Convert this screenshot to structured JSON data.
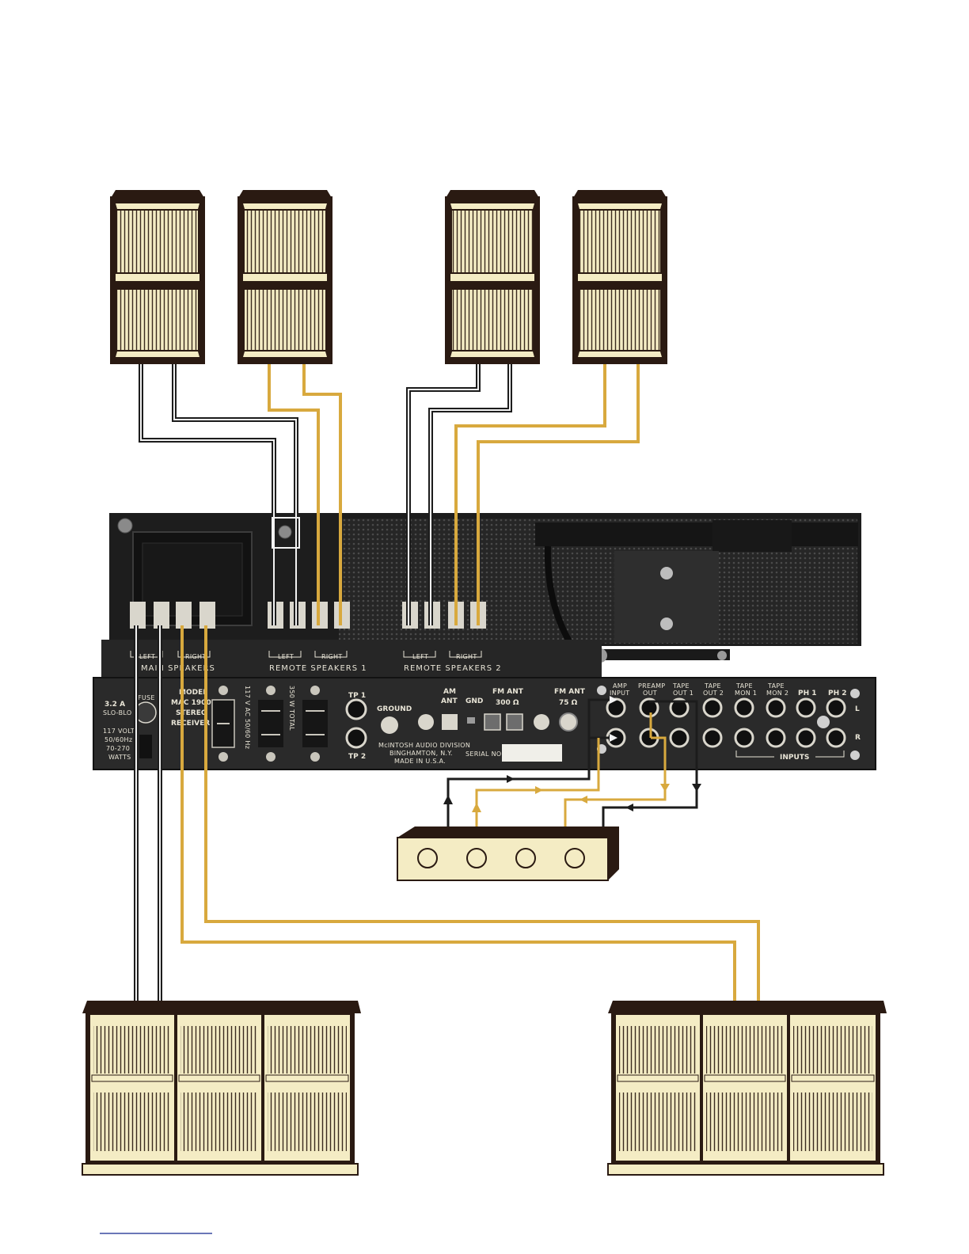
{
  "colors": {
    "cabinet_fill": "#f4ecc4",
    "cabinet_edge": "#2a1a12",
    "wire_black": "#1c1c1c",
    "wire_white": "#f2f2f2",
    "wire_gold": "#d8a93e",
    "chassis": "#1f1f1f",
    "panel": "#2b2b2b"
  },
  "receiver": {
    "speaker_strip": {
      "left_label": "LEFT",
      "right_label": "RIGHT",
      "main_speakers": "MAIN SPEAKERS",
      "remote_speakers_1": "REMOTE SPEAKERS 1",
      "remote_speakers_2": "REMOTE SPEAKERS 2"
    },
    "fuse": {
      "amps": "3.2 A",
      "type": "SLO-BLO",
      "label": "FUSE"
    },
    "power": {
      "volts": "117 VOLTS",
      "freq": "50/60Hz",
      "watts_range": "70-270",
      "watts": "WATTS"
    },
    "model": {
      "line1": "MODEL",
      "line2": "MAC 1900",
      "line3": "STEREO",
      "line4": "RECEIVER"
    },
    "ac_outlets": {
      "left": "117 V AC 50/60 Hz",
      "right": "350 W TOTAL"
    },
    "test_points": {
      "tp1": "TP 1",
      "tp2": "TP 2"
    },
    "ground": "GROUND",
    "am_ant": {
      "line1": "AM",
      "line2": "ANT"
    },
    "gnd": "GND",
    "fm_ant_300": {
      "line1": "FM ANT",
      "line2": "300 Ω"
    },
    "fm_ant_75": {
      "line1": "FM ANT",
      "line2": "75 Ω"
    },
    "maker": {
      "line1": "McINTOSH AUDIO DIVISION",
      "line2": "BINGHAMTON, N.Y.",
      "line3": "MADE IN U.S.A."
    },
    "serial": "SERIAL NO.",
    "jacks": {
      "amp_input": {
        "line1": "AMP",
        "line2": "INPUT"
      },
      "preamp_out": {
        "line1": "PREAMP",
        "line2": "OUT"
      },
      "tape_out_1": {
        "line1": "TAPE",
        "line2": "OUT 1"
      },
      "tape_out_2": {
        "line1": "TAPE",
        "line2": "OUT 2"
      },
      "tape_mon_1": {
        "line1": "TAPE",
        "line2": "MON 1"
      },
      "tape_mon_2": {
        "line1": "TAPE",
        "line2": "MON 2"
      },
      "ph1": "PH 1",
      "ph2": "PH 2",
      "ch_l": "L",
      "ch_r": "R",
      "inputs": "INPUTS"
    }
  }
}
